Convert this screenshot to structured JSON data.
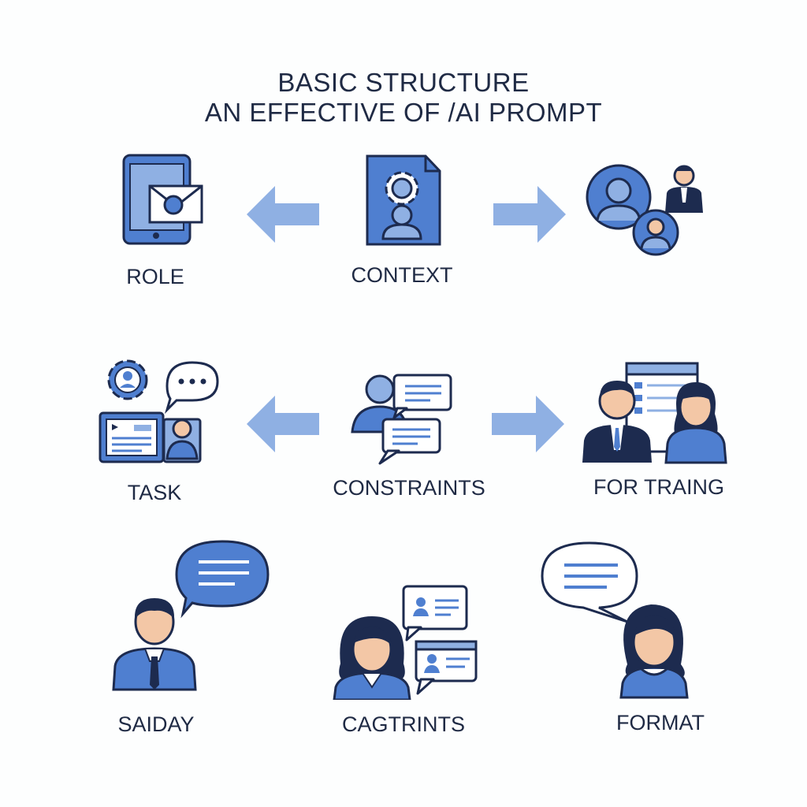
{
  "title": {
    "line1": "BASIC STRUCTURE",
    "line2": "AN EFFECTIVE OF /AI PROMPT"
  },
  "colors": {
    "blue": "#4f7fd0",
    "light_blue": "#8fb0e3",
    "dark": "#1d2b4f",
    "skin": "#f3c7a6",
    "white": "#ffffff"
  },
  "rows": [
    {
      "items": [
        {
          "label": "ROLE",
          "icon": "tablet-mail-icon"
        },
        {
          "label": "CONTEXT",
          "icon": "document-gear-person-icon"
        },
        {
          "label": "",
          "icon": "people-group-icon"
        }
      ],
      "arrows": [
        "left",
        "right"
      ]
    },
    {
      "items": [
        {
          "label": "TASK",
          "icon": "task-board-icon"
        },
        {
          "label": "CONSTRAINTS",
          "icon": "person-chat-icon"
        },
        {
          "label": "FOR TRAING",
          "icon": "meeting-board-icon"
        }
      ],
      "arrows": [
        "left",
        "right"
      ]
    },
    {
      "items": [
        {
          "label": "SAIDAY",
          "icon": "man-speech-icon"
        },
        {
          "label": "CAGTRINTS",
          "icon": "woman-cards-icon"
        },
        {
          "label": "FORMAT",
          "icon": "woman-speech-icon"
        }
      ]
    }
  ]
}
